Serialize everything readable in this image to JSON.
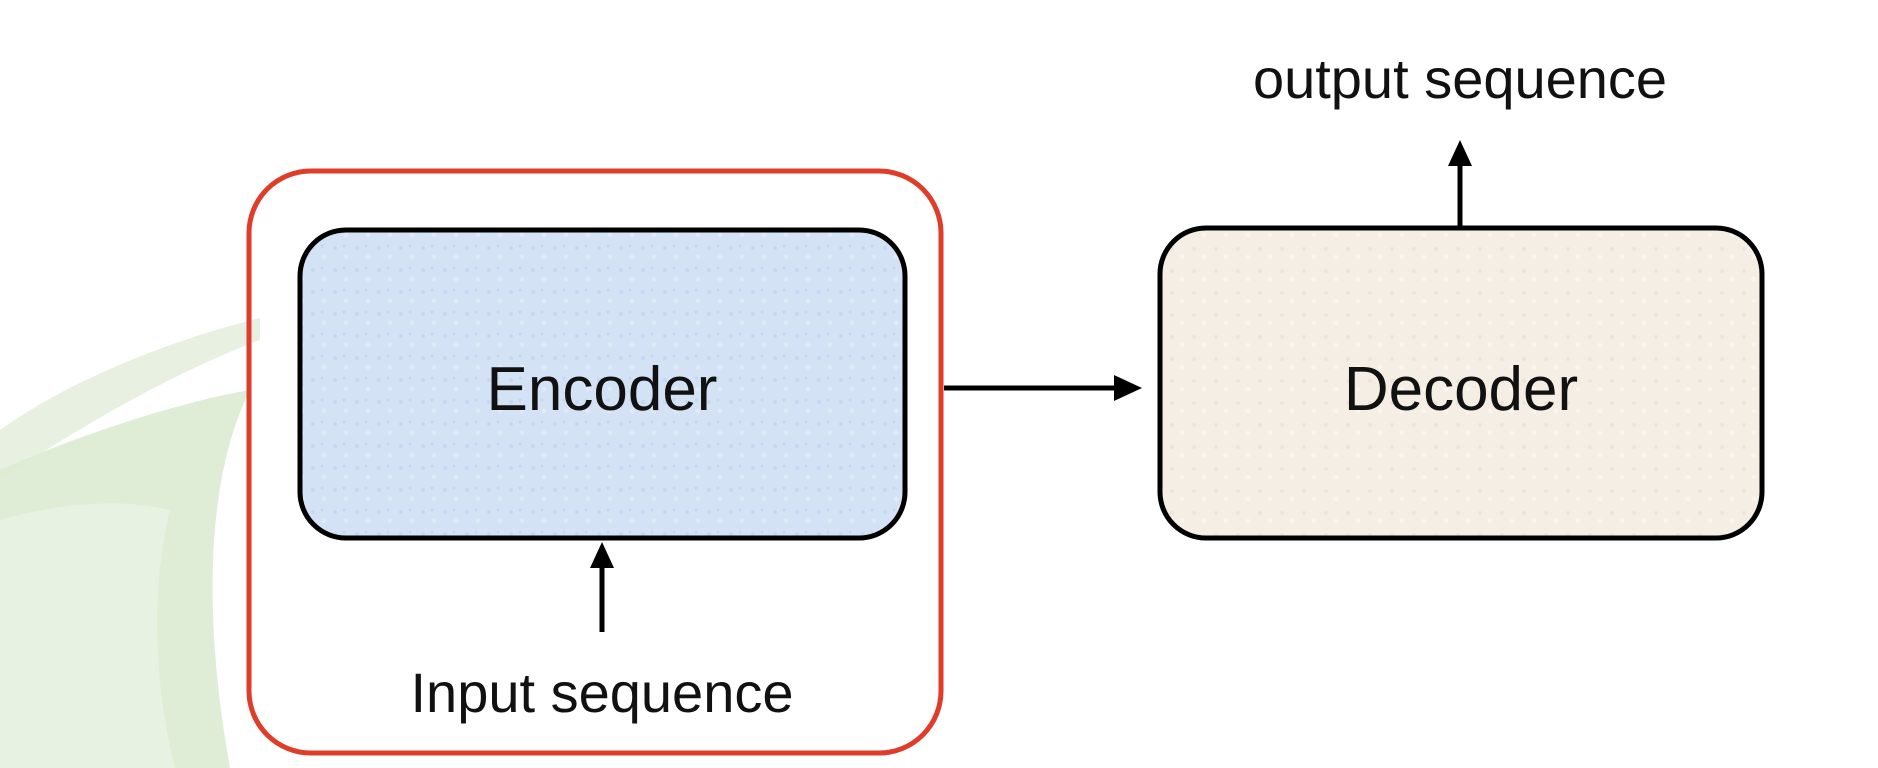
{
  "encoder": {
    "label": "Encoder",
    "fill": "#d6e4f5"
  },
  "decoder": {
    "label": "Decoder",
    "fill": "#f4ede3"
  },
  "input": {
    "label": "Input sequence"
  },
  "output": {
    "label": "output sequence"
  },
  "highlight": {
    "color": "#e03c2a"
  },
  "decoration": {
    "color": "#cfe2c4"
  }
}
